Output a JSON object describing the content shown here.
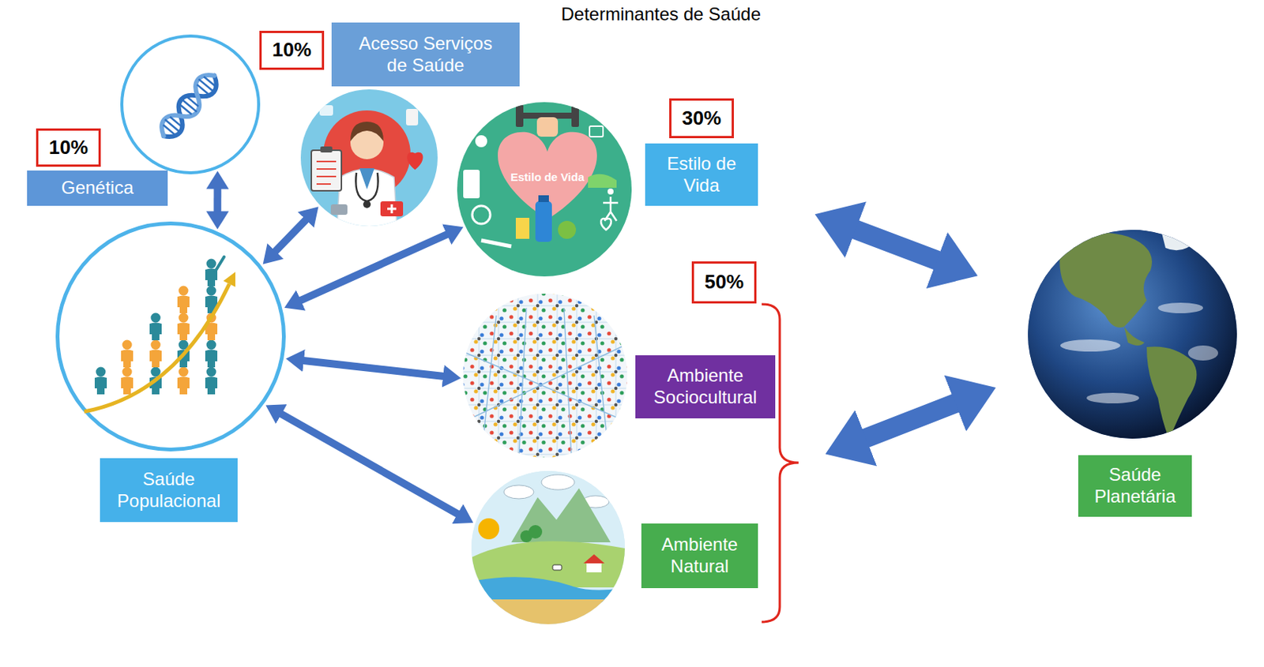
{
  "diagram": {
    "title": "Determinantes de Saúde",
    "nodes": [
      {
        "text": [
          "10%",
          "Genética"
        ]
      },
      {
        "text": [
          "10%",
          "Acesso Serviços de Saúde"
        ]
      },
      {
        "text": [
          "Estilo de Vida",
          "30%",
          "Estilo de Vida"
        ]
      },
      {
        "text": [
          "Saúde Populacional"
        ]
      },
      {
        "text": [
          "50%"
        ]
      },
      {
        "text": [
          "Ambiente Sociocultural"
        ]
      },
      {
        "text": [
          "Ambiente Natural"
        ]
      },
      {
        "text": [
          "Saúde Planetária"
        ]
      }
    ],
    "edges": [
      {
        "from": 3,
        "to": 0,
        "arrow": "both"
      },
      {
        "from": 3,
        "to": 1,
        "arrow": "both"
      },
      {
        "from": 3,
        "to": 2,
        "arrow": "both"
      },
      {
        "from": 3,
        "to": 5,
        "arrow": "both"
      },
      {
        "from": 3,
        "to": 6,
        "arrow": "both"
      },
      {
        "from": 2,
        "to": 7,
        "arrow": "both"
      },
      {
        "from": 4,
        "to": 7,
        "arrow": "both"
      }
    ]
  }
}
